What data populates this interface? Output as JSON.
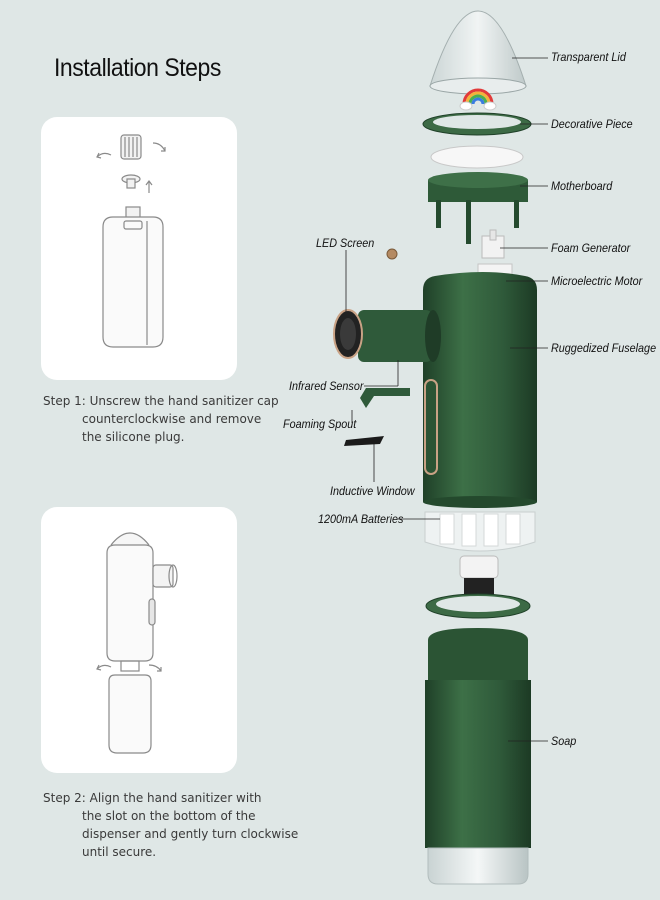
{
  "title": "Installation Steps",
  "steps": [
    {
      "lines": [
        "Step 1: Unscrew the hand sanitizer cap",
        "counterclockwise and remove",
        "the silicone plug."
      ]
    },
    {
      "lines": [
        "Step 2: Align the hand sanitizer with",
        "the slot on the bottom of the",
        "dispenser and gently turn clockwise",
        "until secure."
      ]
    }
  ],
  "labels": {
    "transparent_lid": "Transparent Lid",
    "decorative_piece": "Decorative Piece",
    "motherboard": "Motherboard",
    "led_screen": "LED Screen",
    "foam_generator": "Foam Generator",
    "microelectric_motor": "Microelectric Motor",
    "ruggedized_fuselage": "Ruggedized Fuselage",
    "infrared_sensor": "Infrared Sensor",
    "foaming_spout": "Foaming Spout",
    "inductive_window": "Inductive Window",
    "batteries": "1200mA Batteries",
    "soap": "Soap"
  },
  "colors": {
    "background": "#dfe7e6",
    "body_green": "#2f5a3a",
    "dark_green": "#1f4028",
    "card": "#ffffff"
  }
}
